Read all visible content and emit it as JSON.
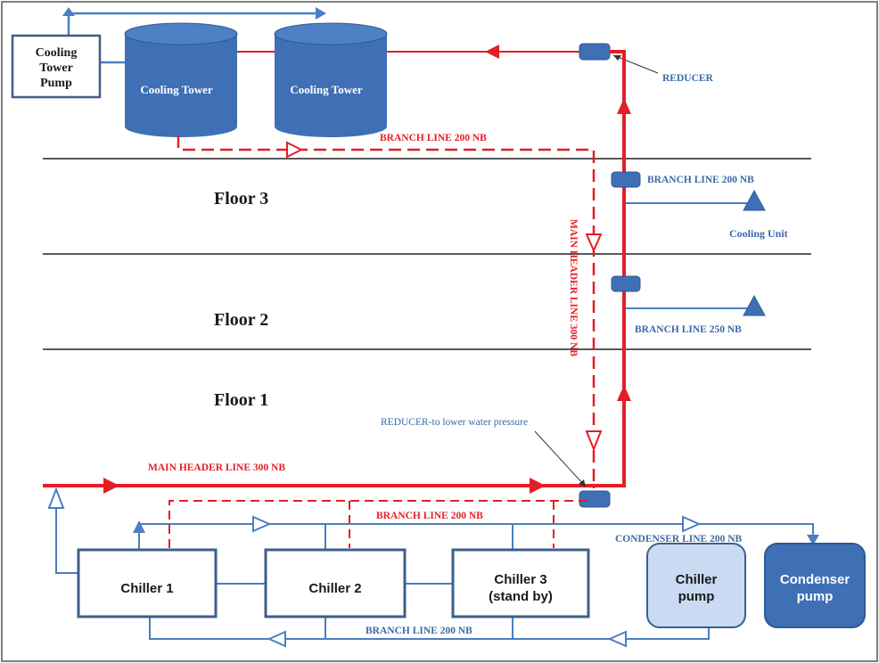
{
  "labels": {
    "cooling_tower_pump": [
      "Cooling",
      "Tower",
      "Pump"
    ],
    "cooling_tower_1": "Cooling Tower",
    "cooling_tower_2": "Cooling Tower",
    "reducer_top": "REDUCER",
    "branch_line_top": "BRANCH LINE 200 NB",
    "branch_line_floor3": "BRANCH LINE 200 NB",
    "cooling_unit": "Cooling Unit",
    "branch_line_floor2": "BRANCH LINE 250 NB",
    "main_header_vertical": "MAIN HEADER LINE 300 NB",
    "reducer_bottom": "REDUCER-to lower water pressure",
    "main_header_horizontal": "MAIN HEADER LINE 300 NB",
    "branch_line_chillers": "BRANCH LINE 200 NB",
    "condenser_line": "CONDENSER LINE 200 NB",
    "branch_line_bottom": "BRANCH LINE 200 NB"
  },
  "floors": [
    "Floor 3",
    "Floor 2",
    "Floor 1"
  ],
  "equipment": {
    "chiller_1": [
      "Chiller 1"
    ],
    "chiller_2": [
      "Chiller 2"
    ],
    "chiller_3": [
      "Chiller 3",
      "(stand by)"
    ],
    "chiller_pump": [
      "Chiller",
      "pump"
    ],
    "condenser_pump": [
      "Condenser",
      "pump"
    ]
  },
  "colors": {
    "red_line": "#e41e26",
    "blue_line": "#4a7fc1",
    "blue_fill": "#3f6fb5",
    "blue_dark": "#2e5a93",
    "light_blue_fill": "#c9daf2",
    "box_border": "#3d5f8a",
    "floor_line": "#222222"
  }
}
